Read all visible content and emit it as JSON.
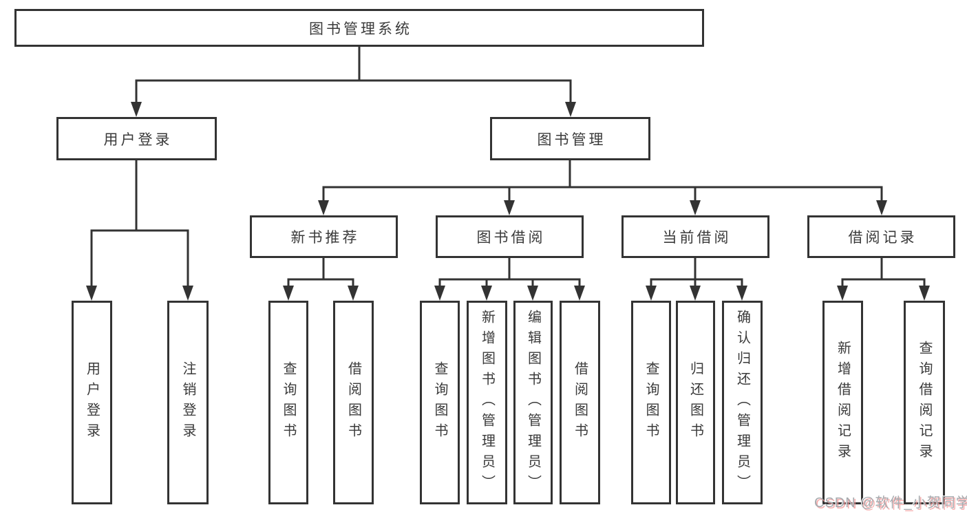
{
  "diagram": {
    "title": "图书管理系统",
    "colors": {
      "line": "#333333",
      "border": "#333333",
      "text": "#3a3a3a",
      "background": "#ffffff",
      "watermark_text": "#a7abaf",
      "watermark_shadow": "#f39494"
    },
    "level1": {
      "root": "图书管理系统"
    },
    "level2": {
      "login": "用户登录",
      "manage": "图书管理"
    },
    "level3": {
      "recommend": "新书推荐",
      "borrow": "图书借阅",
      "current": "当前借阅",
      "records": "借阅记录"
    },
    "leaves": {
      "login_user": "用户登录",
      "login_logout": "注销登录",
      "rec_query_book": "查询图书",
      "rec_borrow_book": "借阅图书",
      "bor_query_book": "查询图书",
      "bor_add_book": "新增图书（管理员）",
      "bor_edit_book": "编辑图书（管理员）",
      "bor_borrow_book": "借阅图书",
      "cur_query_book": "查询图书",
      "cur_return_book": "归还图书",
      "cur_confirm_return": "确认归还（管理员）",
      "rcd_add_record": "新增借阅记录",
      "rcd_query_record": "查询借阅记录"
    },
    "watermark": "CSDN @软件_小贺同学"
  }
}
